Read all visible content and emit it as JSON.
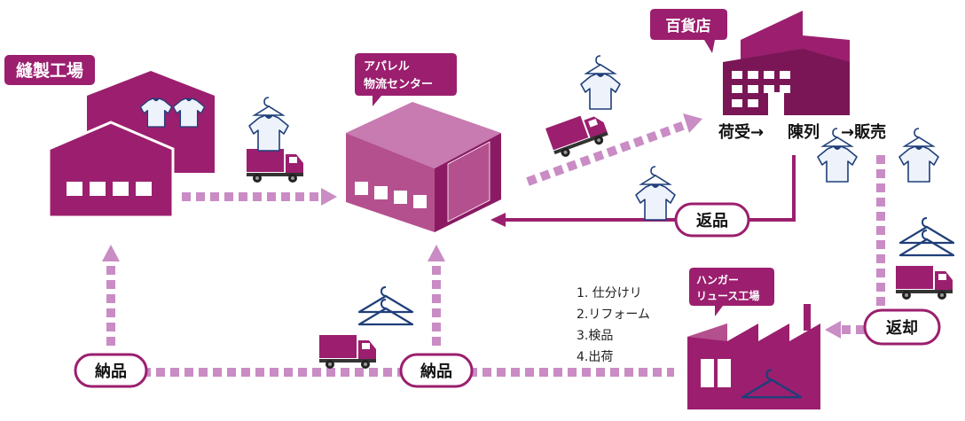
{
  "colors": {
    "magenta": "#9b1f6e",
    "magenta_dark": "#7a1656",
    "magenta_light": "#b54b8c",
    "dotted": "#c98cc4",
    "shirt_fill": "#eef3fb",
    "shirt_stroke": "#1f3f7a",
    "hanger": "#1f3f7a"
  },
  "labels": {
    "sewing_factory": "縫製工場",
    "apparel_center_line1": "アパレル",
    "apparel_center_line2": "物流センター",
    "department_store": "百貨店",
    "hanger_factory_line1": "ハンガー",
    "hanger_factory_line2": "リュース工場"
  },
  "store_flow": {
    "receive": "荷受→",
    "display": "陳列",
    "sell": "→販売"
  },
  "badges": {
    "returns": "返品",
    "return_back": "返却",
    "delivery_left": "納品",
    "delivery_center": "納品"
  },
  "reuse_steps": [
    "1. 仕分けリ",
    "2.リフォーム",
    "3.検品",
    "4.出荷"
  ],
  "icons": {
    "truck": "truck-icon",
    "shirt": "shirt-icon",
    "hanger": "hanger-icon"
  }
}
